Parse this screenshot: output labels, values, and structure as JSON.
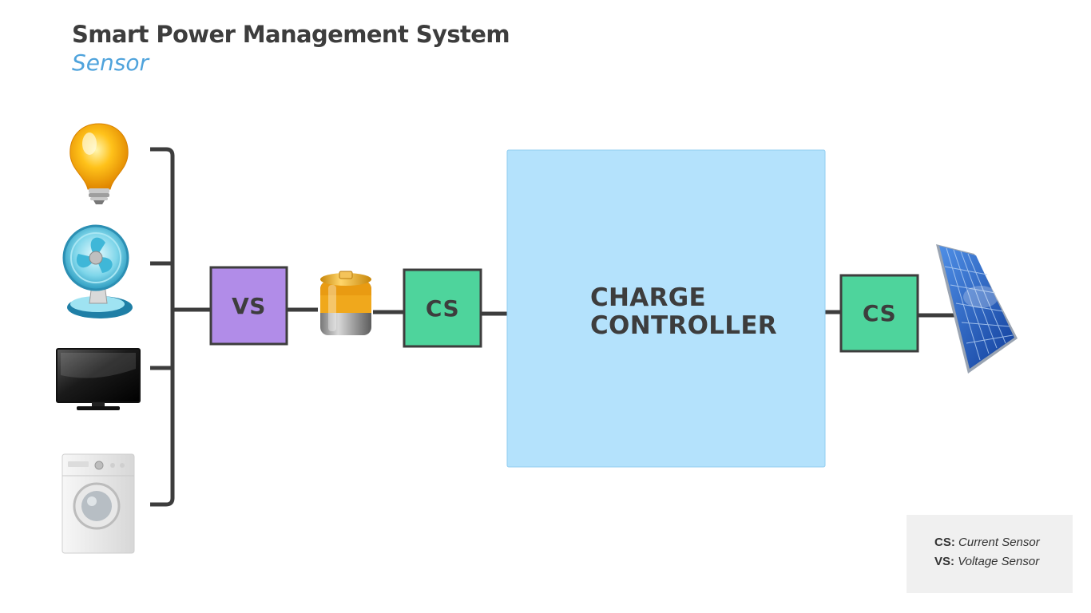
{
  "title": "Smart Power Management System",
  "subtitle": "Sensor",
  "icons": {
    "bulb": "light-bulb-icon",
    "fan": "fan-icon",
    "tv": "television-icon",
    "washer": "washing-machine-icon",
    "battery": "battery-icon",
    "solar": "solar-panel-icon"
  },
  "blocks": {
    "vs": "VS",
    "cs_left": "CS",
    "charge_controller_line1": "CHARGE",
    "charge_controller_line2": "CONTROLLER",
    "cs_right": "CS"
  },
  "legend": {
    "cs_key": "CS:",
    "cs_value": "Current Sensor",
    "vs_key": "VS:",
    "vs_value": "Voltage Sensor"
  },
  "colors": {
    "vs_fill": "#b18ce8",
    "cs_fill": "#4ed49c",
    "controller_fill": "#b4e2fc",
    "line": "#3d3d3d",
    "subtitle": "#4fa3dc"
  }
}
